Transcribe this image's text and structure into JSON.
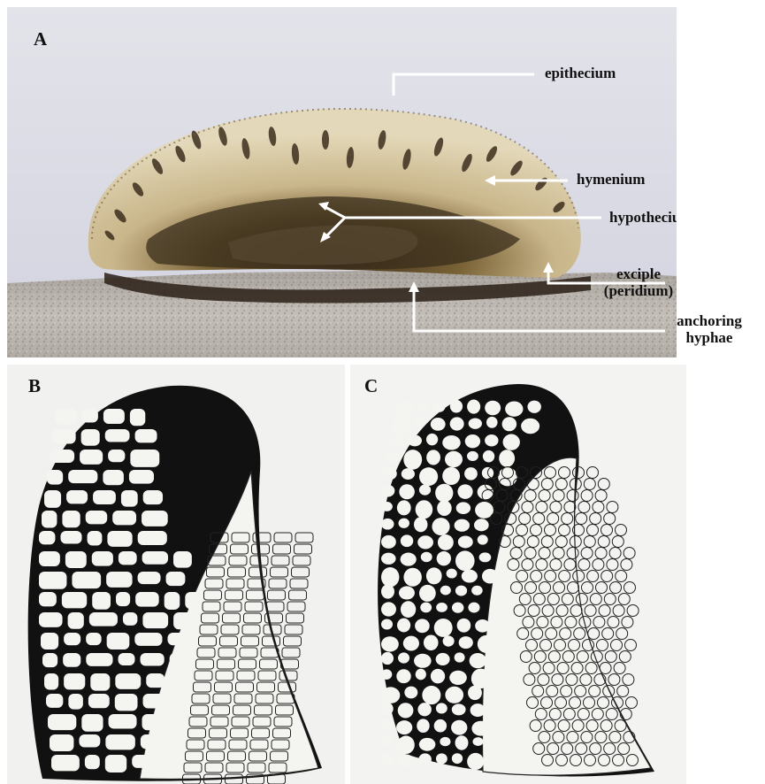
{
  "panels": {
    "a": {
      "letter": "A"
    },
    "b": {
      "letter": "B"
    },
    "c": {
      "letter": "C"
    }
  },
  "labels": {
    "epithecium": "epithecium",
    "hymenium": "hymenium",
    "hypothecium": "hypothecium",
    "exciple_line1": "exciple",
    "exciple_line2": "(peridium)",
    "anchoring_line1": "anchoring",
    "anchoring_line2": "hyphae"
  },
  "colors": {
    "background_a": "#dcdde6",
    "hymenium": "#d9c9a3",
    "hypothecium": "#3a2e1c",
    "substrate": "#b7b3ae",
    "ink": "#111111",
    "leader_line": "#ffffff"
  }
}
